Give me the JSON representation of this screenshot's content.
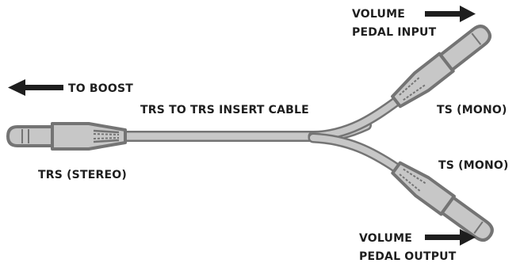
{
  "diagram": {
    "title": "TRS TO TRS INSERT CABLE",
    "to_boost": "TO BOOST",
    "trs_stereo": "TRS (STEREO)",
    "ts_mono_top": "TS (MONO)",
    "ts_mono_bottom": "TS (MONO)",
    "volume_top": "VOLUME",
    "pedal_input": "PEDAL INPUT",
    "volume_bottom": "VOLUME",
    "pedal_output": "PEDAL OUTPUT"
  },
  "colors": {
    "cable_gray": "#a9a9a9",
    "outline": "#747474",
    "arrow": "#1e1e1e",
    "text": "#1e1e1e"
  }
}
